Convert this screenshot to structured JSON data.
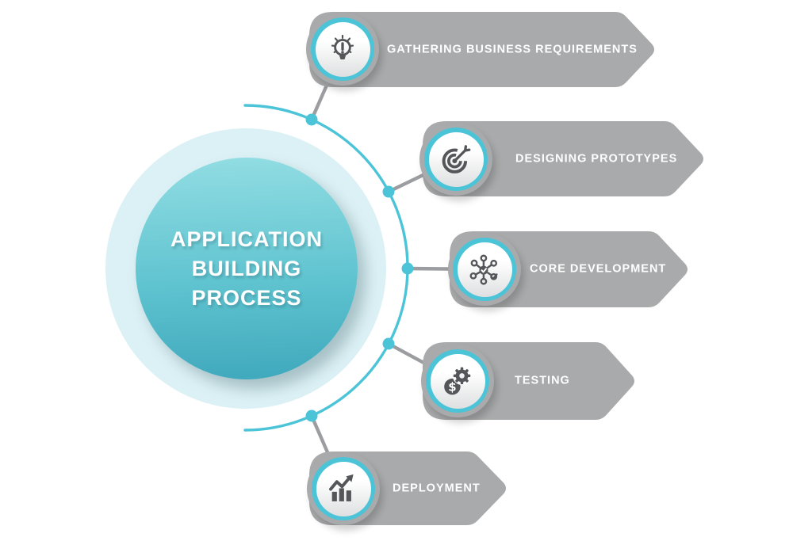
{
  "diagram": {
    "title_lines": [
      "APPLICATION",
      "BUILDING",
      "PROCESS"
    ]
  },
  "steps": [
    {
      "label": "GATHERING BUSINESS REQUIREMENTS",
      "icon": "lightbulb-idea-icon"
    },
    {
      "label": "DESIGNING PROTOTYPES",
      "icon": "target-arrow-icon"
    },
    {
      "label": "CORE DEVELOPMENT",
      "icon": "network-hub-icon"
    },
    {
      "label": "TESTING",
      "icon": "gear-dollar-icon",
      "coin_symbol": "$"
    },
    {
      "label": "DEPLOYMENT",
      "icon": "growth-chart-arrow-icon"
    }
  ],
  "colors": {
    "accent_teal": "#4cc4d8",
    "banner_gray": "#a9aaab",
    "connector_gray": "#9c9da0",
    "icon_dark_gray": "#55565a",
    "halo_pale_teal": "#dcf1f5",
    "circle_gradient_top": "#92dde3",
    "circle_gradient_bottom": "#3fa8bc",
    "label_white": "#ffffff"
  }
}
